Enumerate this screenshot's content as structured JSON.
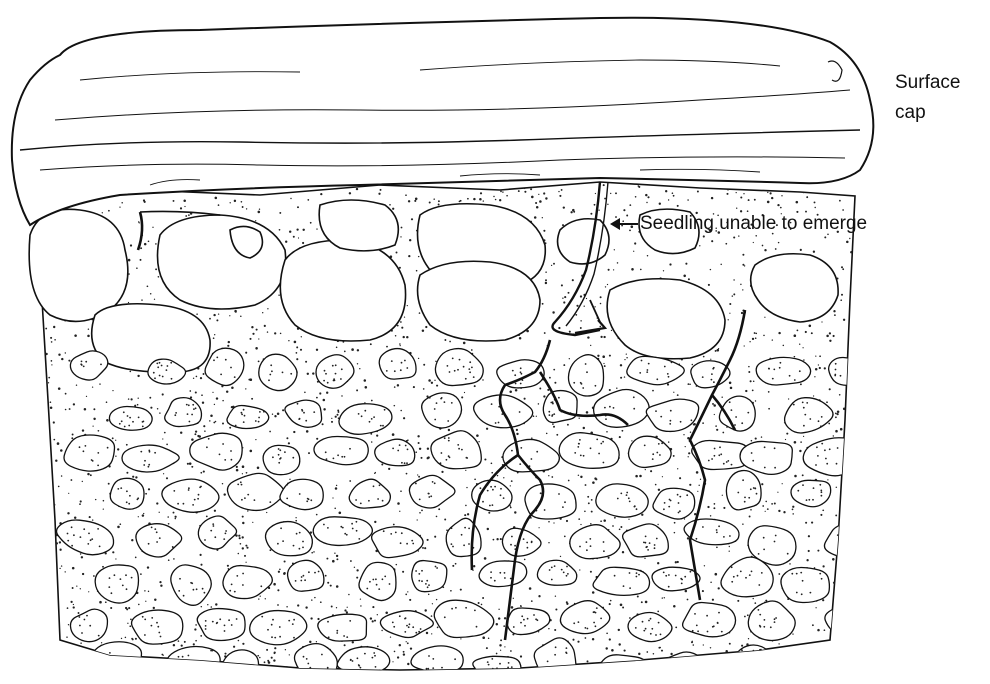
{
  "labels": {
    "surface_cap_line1": "Surface",
    "surface_cap_line2": "cap",
    "seedling": "Seedling unable to emerge"
  },
  "colors": {
    "ink": "#111111",
    "paper": "#ffffff"
  },
  "icons": {
    "pointer": "arrow-left-icon"
  }
}
